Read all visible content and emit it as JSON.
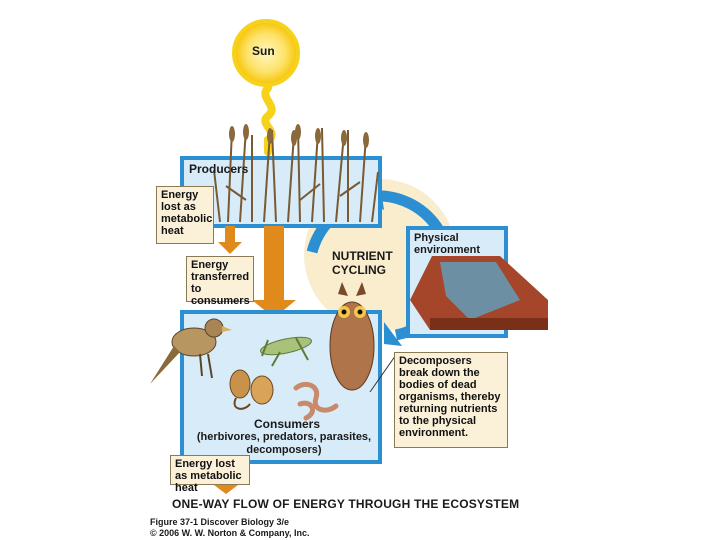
{
  "sun": {
    "label": "Sun"
  },
  "producers": {
    "label": "Producers"
  },
  "consumers": {
    "title": "Consumers",
    "subtitle": "(herbivores, predators, parasites, decomposers)"
  },
  "nutrient_cycling": {
    "label": "NUTRIENT CYCLING"
  },
  "physical_environment": {
    "label": "Physical environment"
  },
  "captions": {
    "energy_lost_producers": "Energy lost as metabolic heat",
    "energy_transferred": "Energy transferred to consumers",
    "energy_lost_consumers": "Energy lost as metabolic heat",
    "decomposers": "Decomposers break down the bodies of dead organisms, thereby returning nutrients to the physical environment."
  },
  "figure_title": "ONE-WAY FLOW OF ENERGY THROUGH THE ECOSYSTEM",
  "credit": {
    "line1": "Figure 37-1 Discover Biology 3/e",
    "line2": "© 2006 W. W. Norton & Company, Inc."
  },
  "colors": {
    "sun": "#f7d21c",
    "box_border": "#2c8fd1",
    "box_fill": "#d7ecf8",
    "arrow_orange": "#e08a1c",
    "cycle_fill": "#f9edce",
    "cycle_arrow": "#2c8fd1",
    "caption_fill": "#fbf1d9",
    "soil": "#a5462a"
  }
}
